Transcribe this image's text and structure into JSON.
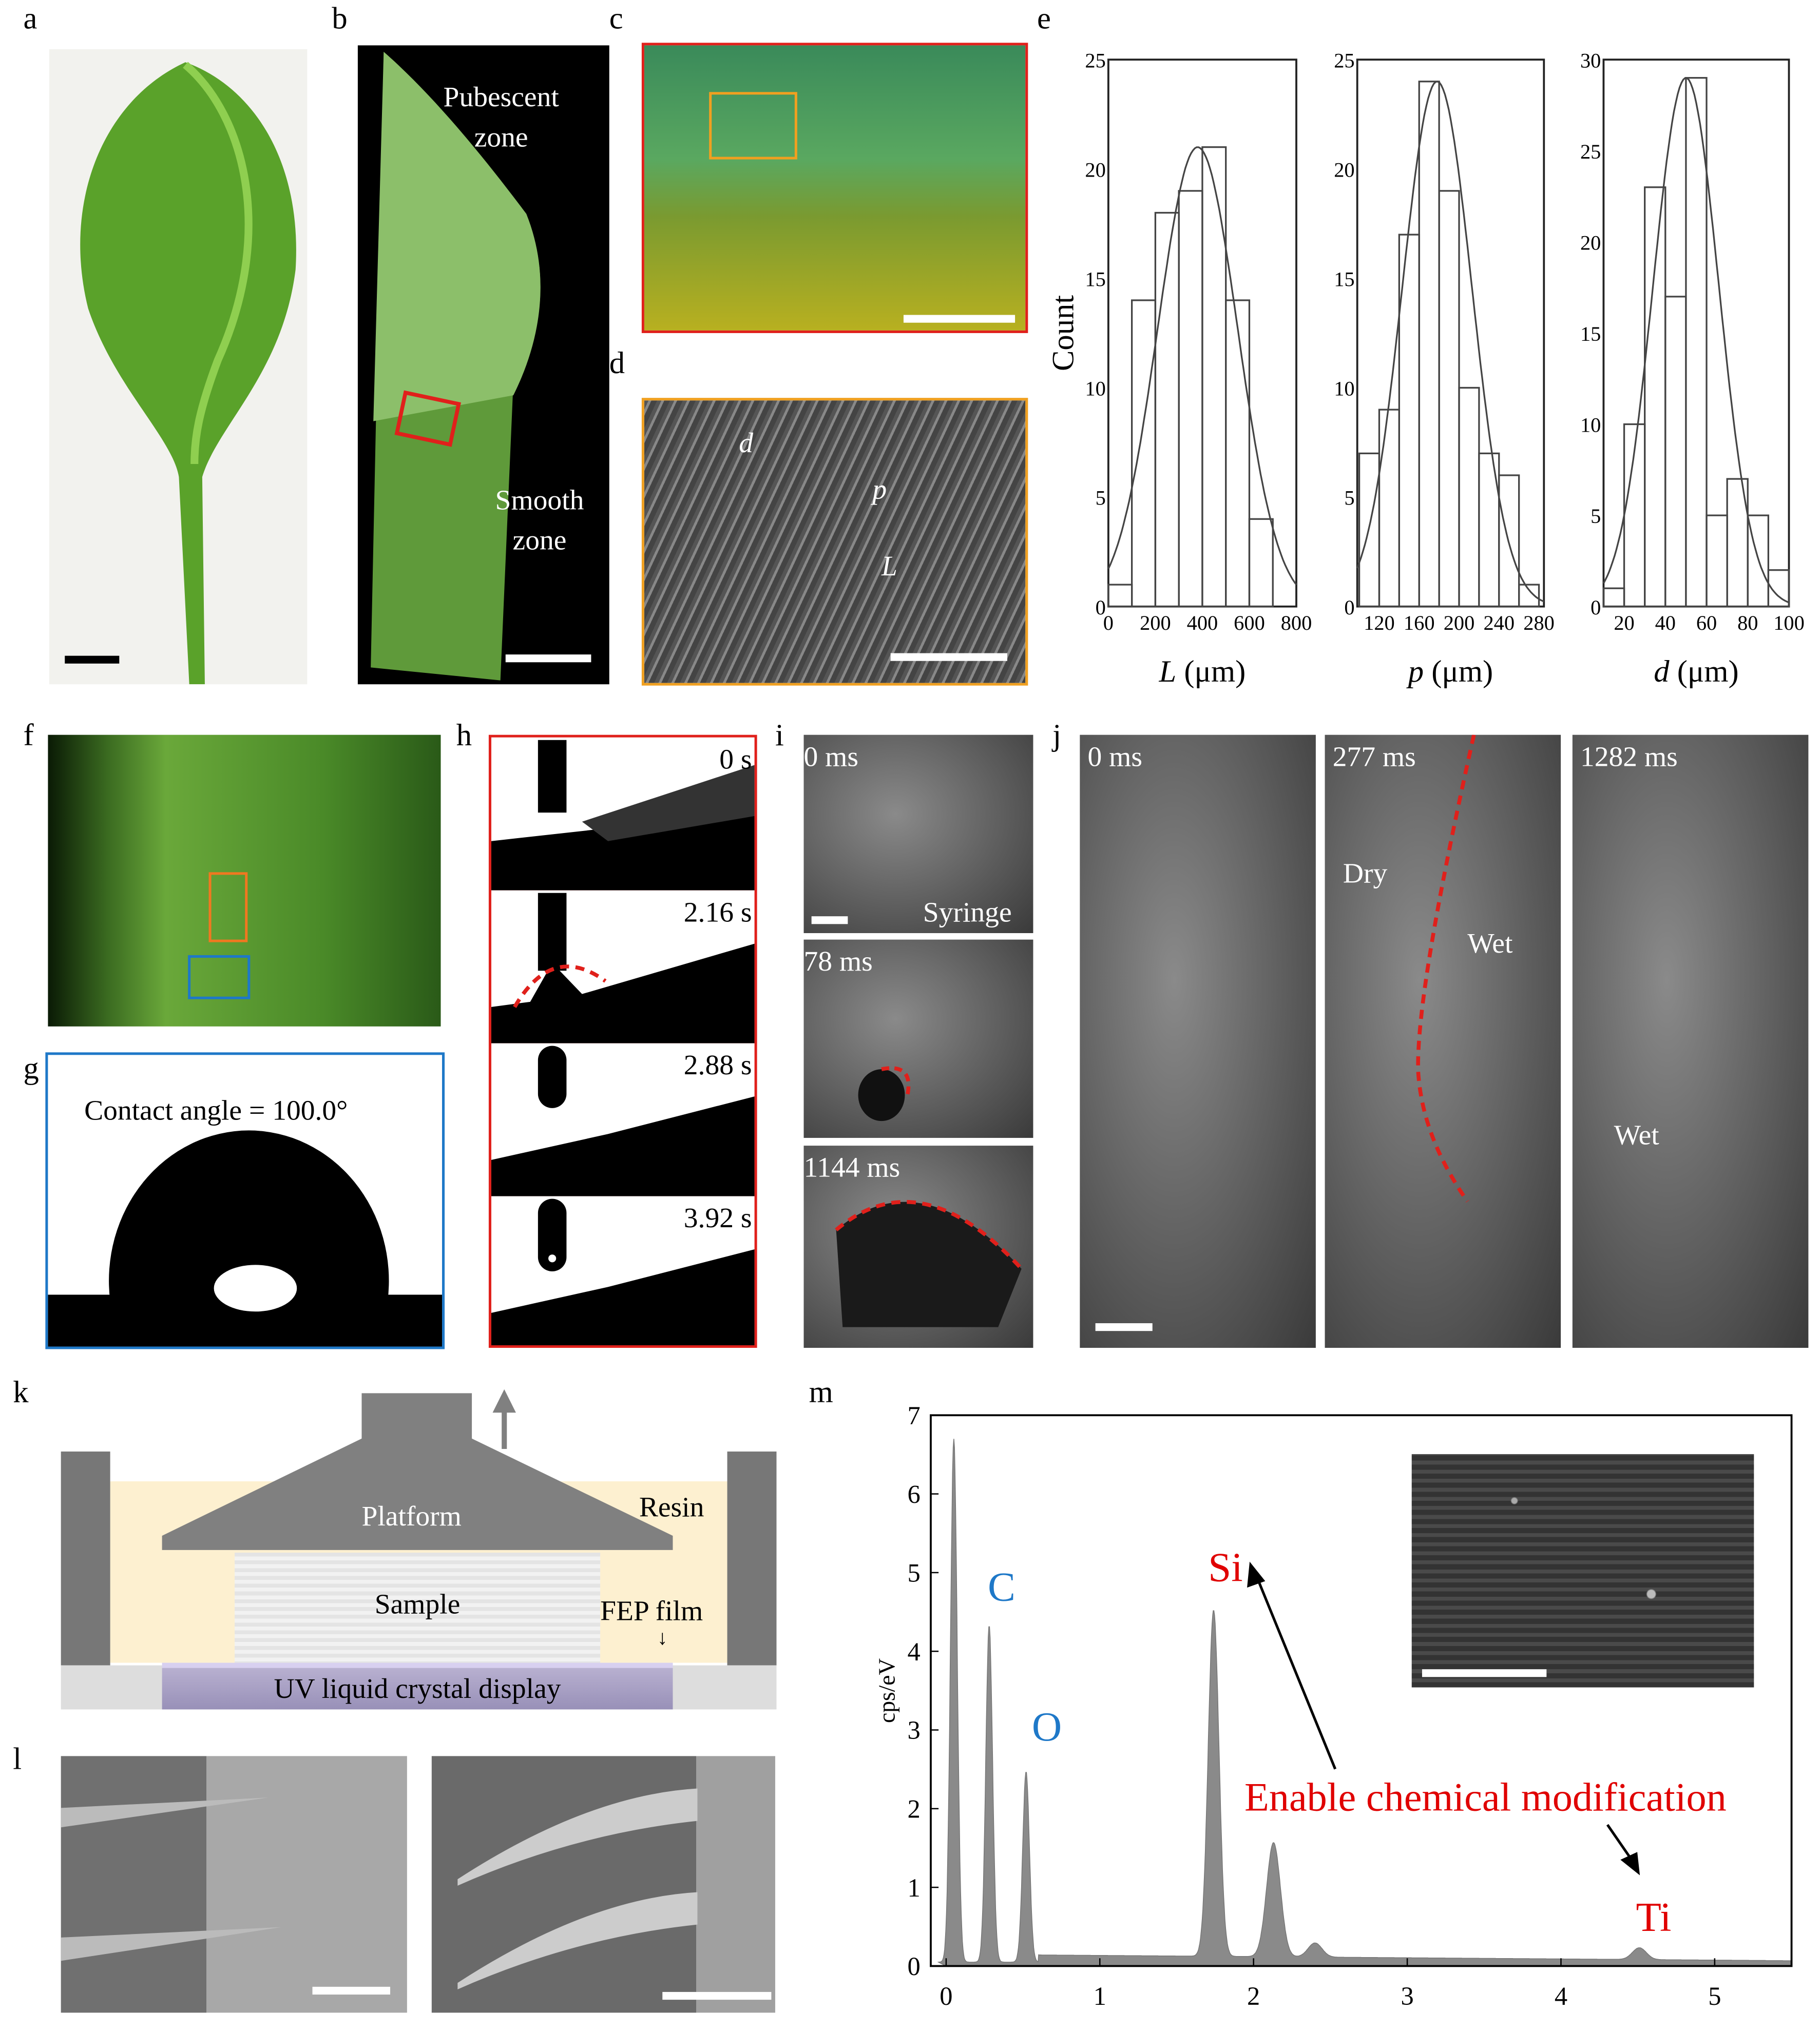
{
  "panels": {
    "a": {
      "label": "a"
    },
    "b": {
      "label": "b",
      "pubescent": [
        "Pubescent",
        "zone"
      ],
      "smooth": [
        "Smooth",
        "zone"
      ]
    },
    "c": {
      "label": "c"
    },
    "d": {
      "label": "d",
      "d_symbol": "d",
      "p_symbol": "p",
      "L_symbol": "L"
    },
    "e": {
      "label": "e"
    },
    "f": {
      "label": "f"
    },
    "g": {
      "label": "g",
      "text": "Contact angle = 100.0°"
    },
    "h": {
      "label": "h",
      "times": [
        "0 s",
        "2.16 s",
        "2.88 s",
        "3.92 s"
      ]
    },
    "i": {
      "label": "i",
      "times": [
        "0 ms",
        "78 ms",
        "1144 ms"
      ],
      "syringe": "Syringe"
    },
    "j": {
      "label": "j",
      "times": [
        "0 ms",
        "277 ms",
        "1282  ms"
      ],
      "dry": "Dry",
      "wet1": "Wet",
      "wet2": "Wet"
    },
    "k": {
      "label": "k",
      "platform": "Platform",
      "resin": "Resin",
      "sample": "Sample",
      "fep": "FEP film",
      "uv": "UV liquid crystal display"
    },
    "l": {
      "label": "l"
    },
    "m": {
      "label": "m"
    }
  },
  "colors": {
    "red_frame": "#e0201b",
    "orange_frame": "#f0a020",
    "blue_frame": "#1e78c8",
    "resin": "#fdf0d0",
    "platform": "#808080",
    "element_blue": "#1e78c8",
    "element_red": "#e00000"
  },
  "chart_data": [
    {
      "type": "bar",
      "panel": "e",
      "ylabel": "Count",
      "xlabel": "L (μm)",
      "xlim": [
        0,
        800
      ],
      "ylim": [
        0,
        25
      ],
      "xticks": [
        0,
        200,
        400,
        600,
        800
      ],
      "yticks": [
        0,
        5,
        10,
        15,
        20,
        25
      ],
      "bin_edges": [
        0,
        100,
        200,
        300,
        400,
        500,
        600,
        700
      ],
      "bin_width": 100,
      "values": [
        1,
        14,
        18,
        19,
        21,
        14,
        4
      ],
      "fit": {
        "kind": "gaussian",
        "mean": 380,
        "peak": 21,
        "sd": 170
      }
    },
    {
      "type": "bar",
      "panel": "e",
      "xlabel": "p (μm)",
      "xlim": [
        98,
        285
      ],
      "ylim": [
        0,
        25
      ],
      "xticks": [
        120,
        160,
        200,
        240,
        280
      ],
      "yticks": [
        0,
        5,
        10,
        15,
        20,
        25
      ],
      "bin_edges": [
        100,
        120,
        140,
        160,
        180,
        200,
        220,
        240,
        260
      ],
      "bin_width": 20,
      "values": [
        7,
        9,
        17,
        24,
        19,
        10,
        7,
        6,
        1
      ],
      "fit": {
        "kind": "gaussian",
        "mean": 178,
        "peak": 24,
        "sd": 35
      }
    },
    {
      "type": "bar",
      "panel": "e",
      "xlabel": "d (μm)",
      "xlim": [
        10,
        100
      ],
      "ylim": [
        0,
        30
      ],
      "xticks": [
        20,
        40,
        60,
        80,
        100
      ],
      "yticks": [
        0,
        5,
        10,
        15,
        20,
        25,
        30
      ],
      "bin_edges": [
        10,
        20,
        30,
        40,
        50,
        60,
        70,
        80,
        90
      ],
      "bin_width": 10,
      "values": [
        1,
        10,
        23,
        17,
        29,
        5,
        7,
        5,
        2
      ],
      "fit": {
        "kind": "gaussian",
        "mean": 50,
        "peak": 29,
        "sd": 16
      }
    },
    {
      "type": "area",
      "panel": "m",
      "ylabel": "cps/eV",
      "xlim": [
        -0.1,
        5.5
      ],
      "ylim": [
        0,
        7
      ],
      "xticks": [
        0,
        1,
        2,
        3,
        4,
        5
      ],
      "yticks": [
        0,
        1,
        2,
        3,
        4,
        5,
        6,
        7
      ],
      "peaks": [
        {
          "x": 0.05,
          "y": 6.65,
          "label": ""
        },
        {
          "x": 0.28,
          "y": 4.28,
          "label": "C"
        },
        {
          "x": 0.52,
          "y": 2.42,
          "label": "O"
        },
        {
          "x": 1.74,
          "y": 4.4,
          "label": "Si"
        },
        {
          "x": 2.13,
          "y": 1.45,
          "label": ""
        },
        {
          "x": 2.4,
          "y": 0.18,
          "label": ""
        },
        {
          "x": 4.51,
          "y": 0.15,
          "label": "Ti"
        }
      ],
      "baseline": 0.15,
      "annotation": "Enable chemical modification"
    }
  ]
}
